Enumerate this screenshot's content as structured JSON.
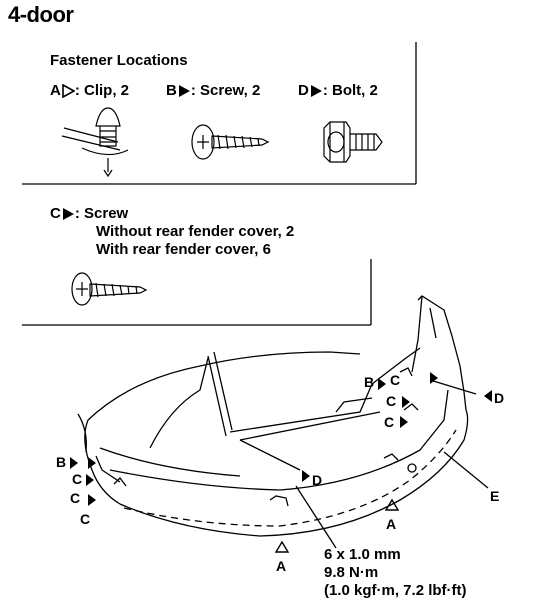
{
  "title": "4-door",
  "fastener_header": "Fastener Locations",
  "legend": [
    {
      "letter": "A",
      "marker": "hollow-triangle",
      "text": ": Clip, 2"
    },
    {
      "letter": "B",
      "marker": "filled-triangle",
      "text": ": Screw, 2"
    },
    {
      "letter": "D",
      "marker": "filled-triangle",
      "text": ": Bolt, 2"
    }
  ],
  "screw_c": {
    "letter": "C",
    "line1": ": Screw",
    "line2": "Without rear fender cover, 2",
    "line3": "With rear fender cover, 6"
  },
  "callouts": {
    "b_right": "B",
    "c_right_top": "C",
    "c_right_mid": "C",
    "c_right_low": "C",
    "d_right": "D",
    "d_center": "D",
    "b_left": "B",
    "c_left1": "C",
    "c_left2": "C",
    "c_left3": "C",
    "a_center": "A",
    "a_right": "A",
    "e_label": "E"
  },
  "torque": {
    "line1": "6 x 1.0 mm",
    "line2": "9.8 N·m",
    "line3": "(1.0 kgf·m, 7.2 lbf·ft)"
  },
  "icons": [
    "clip-icon",
    "screw-icon",
    "bolt-icon",
    "screw-c-icon",
    "bumper-illustration"
  ]
}
